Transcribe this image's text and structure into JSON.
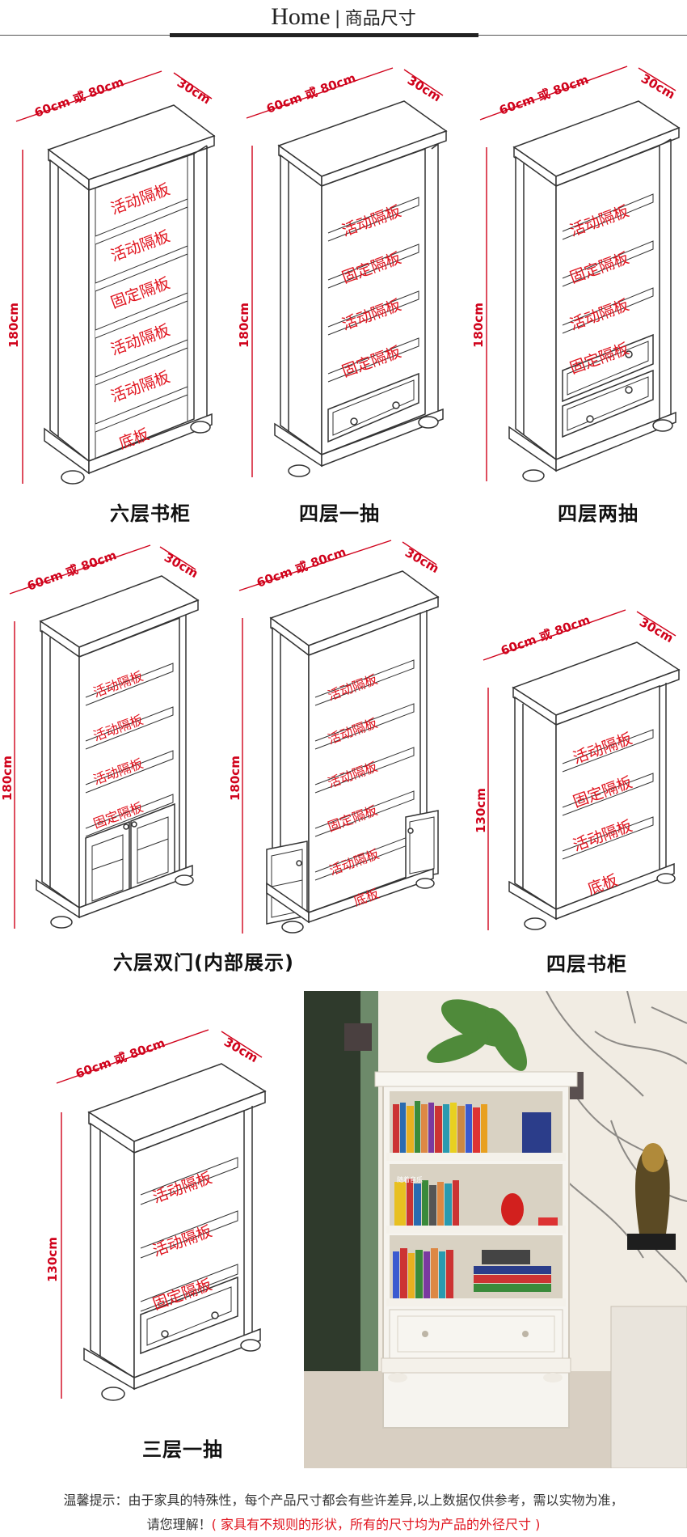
{
  "header": {
    "home": "Home",
    "sep": "|",
    "subtitle": "商品尺寸"
  },
  "dims": {
    "width": "60cm 或 80cm",
    "depth": "30cm",
    "h180": "180cm",
    "h130": "130cm"
  },
  "cabinets": [
    {
      "caption": "六层书柜",
      "shelves": [
        "活动隔板",
        "活动隔板",
        "固定隔板",
        "活动隔板",
        "活动隔板",
        "底板"
      ]
    },
    {
      "caption": "四层一抽",
      "shelves": [
        "活动隔板",
        "固定隔板",
        "活动隔板",
        "固定隔板"
      ]
    },
    {
      "caption": "四层两抽",
      "shelves": [
        "活动隔板",
        "固定隔板",
        "活动隔板",
        "固定隔板"
      ]
    },
    {
      "caption": "六层双门(内部展示)",
      "shelves": [
        "活动隔板",
        "活动隔板",
        "活动隔板",
        "固定隔板"
      ]
    },
    {
      "caption": "",
      "shelves": [
        "活动隔板",
        "活动隔板",
        "活动隔板",
        "固定隔板",
        "活动隔板",
        "底板"
      ]
    },
    {
      "caption": "四层书柜",
      "shelves": [
        "活动隔板",
        "固定隔板",
        "活动隔板",
        "底板"
      ]
    },
    {
      "caption": "三层一抽",
      "shelves": [
        "活动隔板",
        "活动隔板",
        "固定隔板"
      ]
    }
  ],
  "photo": {
    "book_spine_label": "随着音乐"
  },
  "footer": {
    "line1": "温馨提示：由于家具的特殊性，每个产品尺寸都会有些许差异,以上数据仅供参考，需以实物为准，",
    "line2_prefix": "请您理解！",
    "line2_red": "( 家具有不规则的形状，所有的尺寸均为产品的外径尺寸 )"
  },
  "colors": {
    "accent_red": "#e0141e",
    "line": "#333333"
  }
}
